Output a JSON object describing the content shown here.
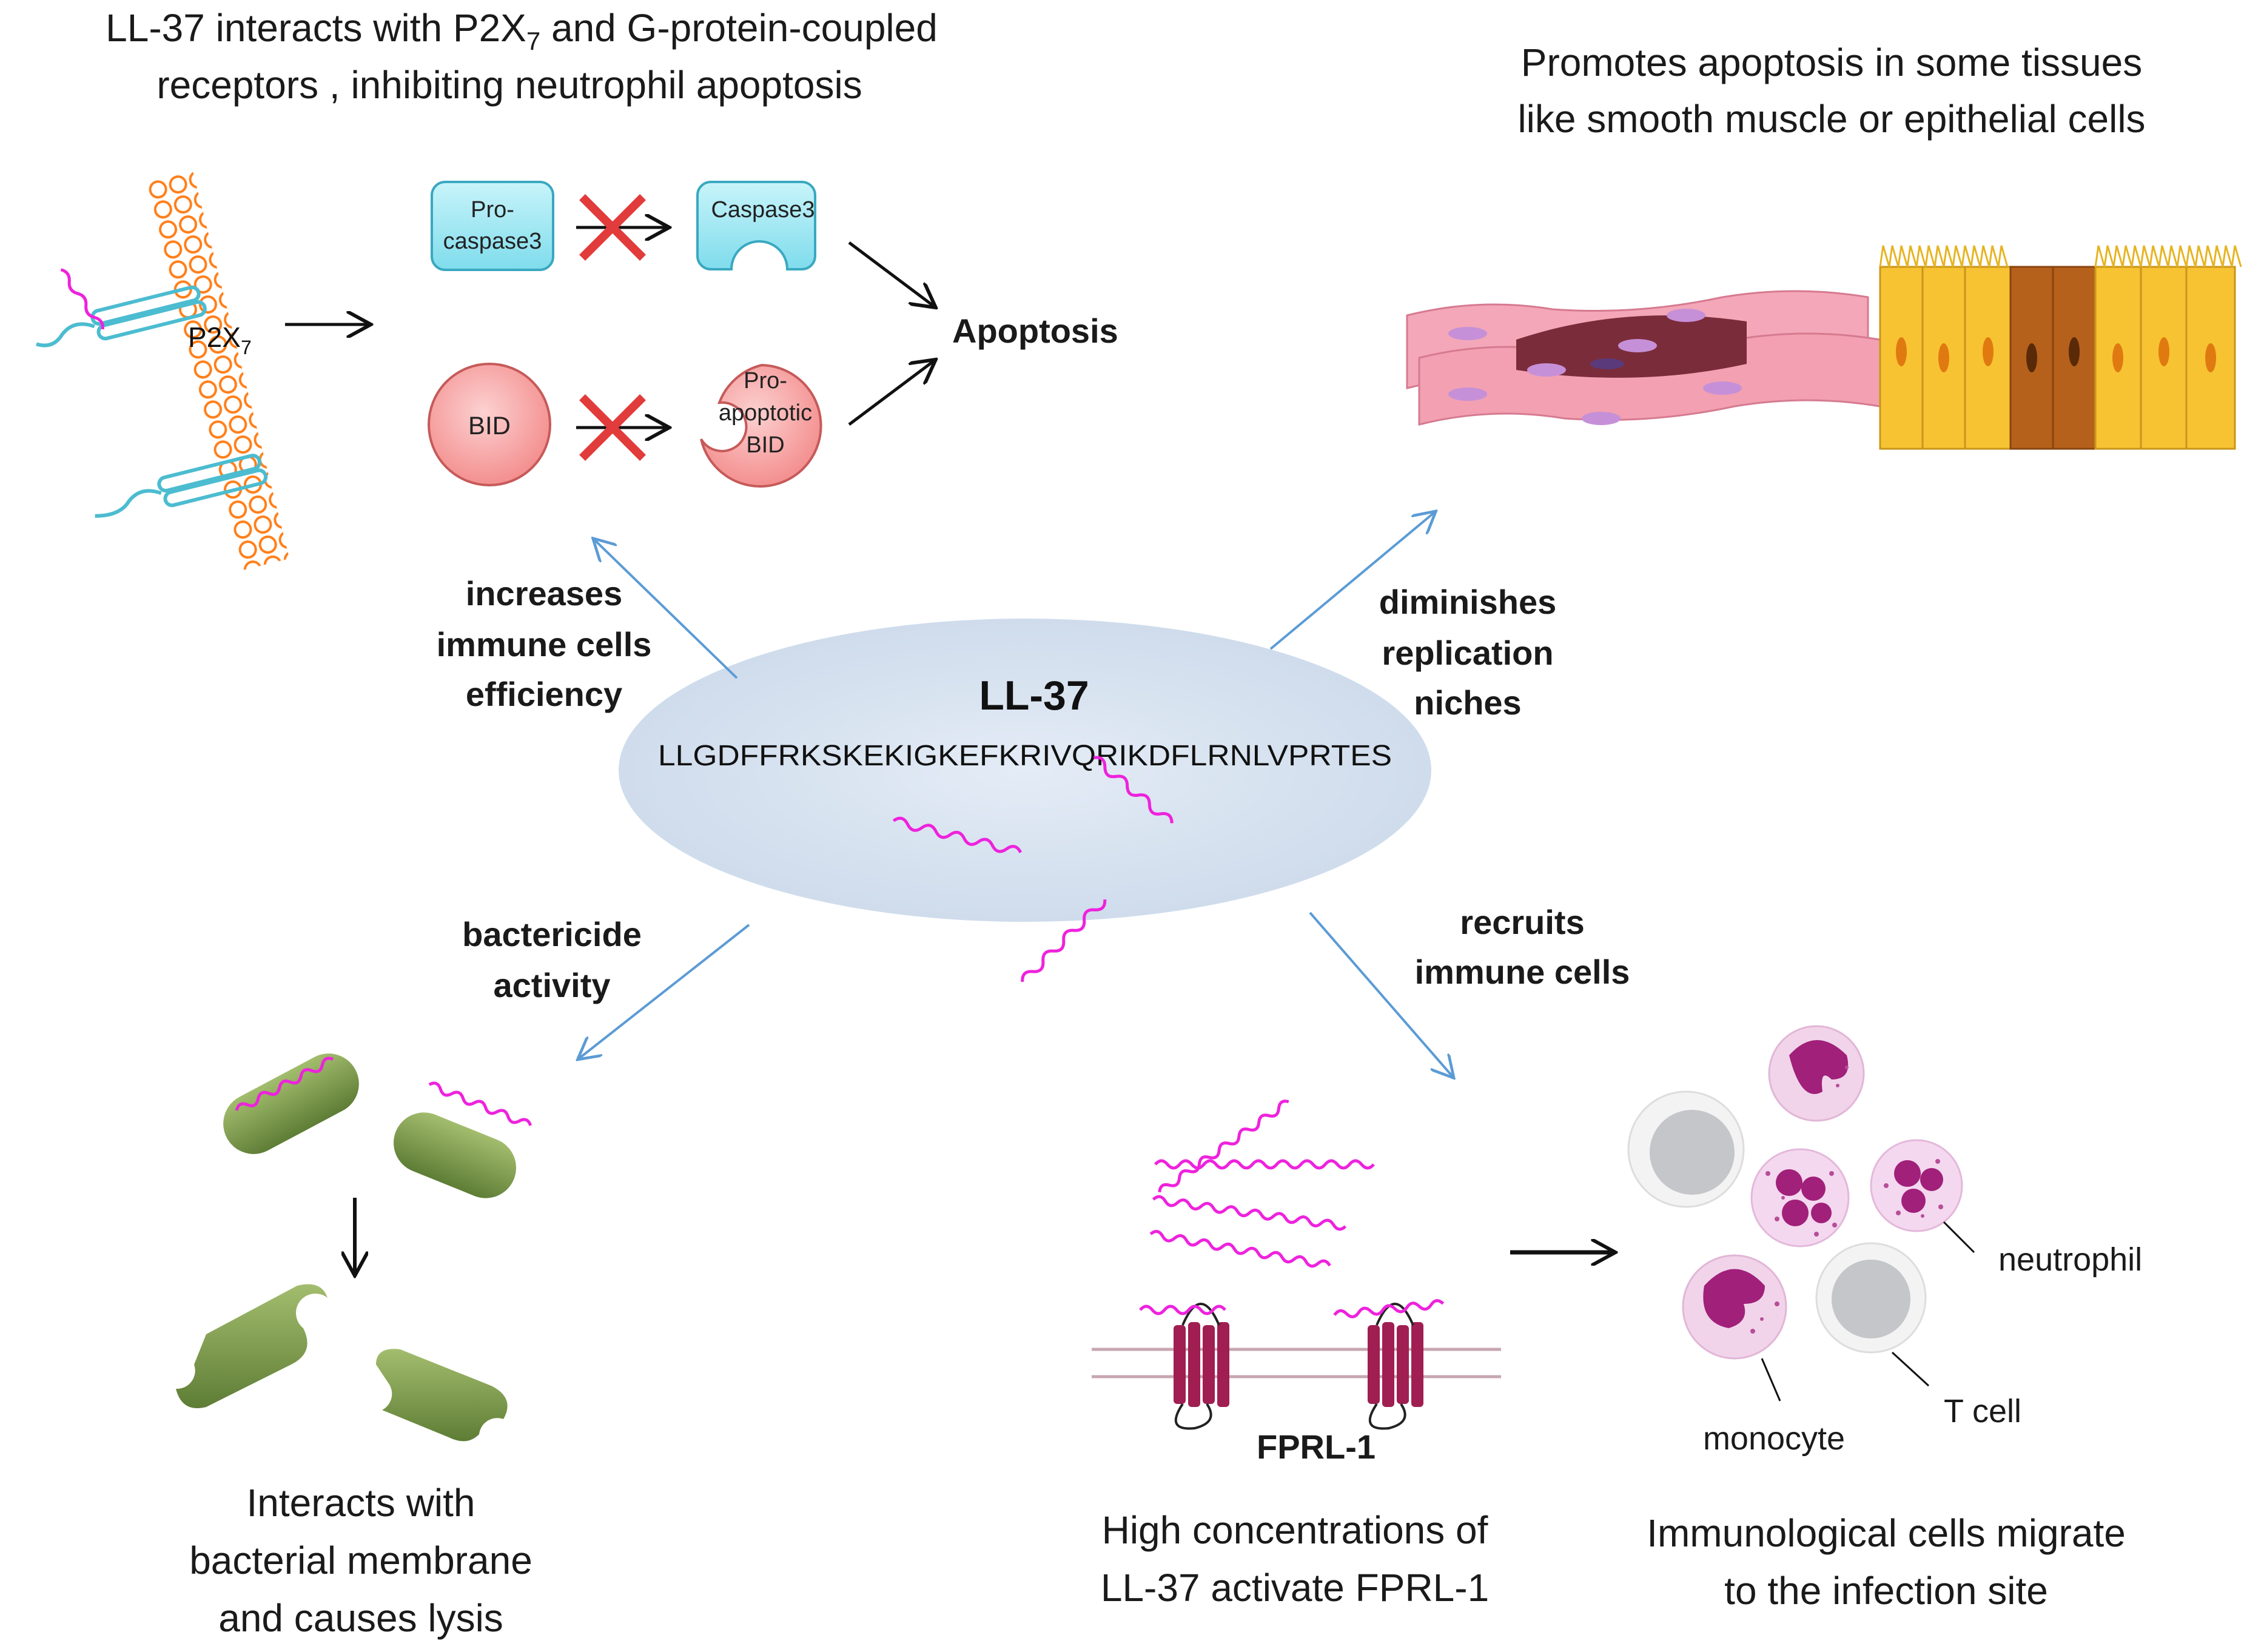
{
  "top_left_caption": {
    "line1_a": "LL-37 interacts with P2X",
    "line1_sub": "7",
    "line1_b": " and G-protein-coupled",
    "line2": "receptors , inhibiting neutrophil apoptosis"
  },
  "top_right_caption": {
    "line1": "Promotes apoptosis in some tissues",
    "line2": "like smooth muscle or epithelial cells"
  },
  "receptor_label": {
    "main": "P2X",
    "sub": "7"
  },
  "procaspase": {
    "line1": "Pro-",
    "line2": "caspase3"
  },
  "caspase": "Caspase3",
  "bid": "BID",
  "proapoptotic_bid": {
    "line1": "Pro-",
    "line2": "apoptotic",
    "line3": "BID"
  },
  "apoptosis": "Apoptosis",
  "center": {
    "title": "LL-37",
    "sequence": "LLGDFFRKSKEKIGKEFKRIVQRIKDFLRNLVPRTES"
  },
  "effects": {
    "upper_left": [
      "increases",
      "immune  cells",
      "efficiency"
    ],
    "upper_right": [
      "diminishes",
      "replication",
      "niches"
    ],
    "lower_left": [
      "bactericide",
      "activity"
    ],
    "lower_right": [
      "recruits",
      "immune  cells"
    ]
  },
  "bottom_left_caption": [
    "Interacts with",
    "bacterial membrane",
    "and causes lysis"
  ],
  "fprl_label": "FPRL-1",
  "bottom_middle_caption": [
    "High concentrations of",
    "LL-37 activate FPRL-1"
  ],
  "cell_labels": {
    "neutrophil": "neutrophil",
    "monocyte": "monocyte",
    "tcell": "T cell"
  },
  "bottom_right_caption": [
    "Immunological cells migrate",
    "to the infection site"
  ],
  "colors": {
    "peptide": "#ee22dd",
    "arrow_blue": "#5b9bd5",
    "ellipse": "#dbe6f2",
    "membrane_orange": "#ff7f1a",
    "caspase_box": "#9ee8f2",
    "bid_circle": "#f7a5a5",
    "cross_red": "#e23b3b",
    "bacteria_green": "#7b9a4a",
    "receptor_maroon": "#a01e52",
    "cell_purple": "#a0207a"
  }
}
